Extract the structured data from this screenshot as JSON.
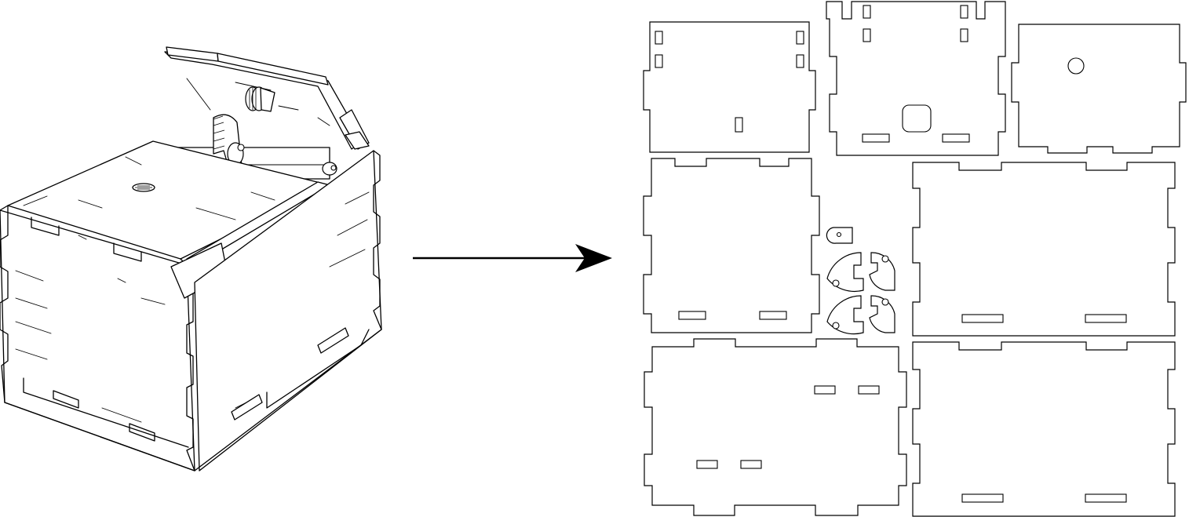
{
  "diagram": {
    "assembled_view": {
      "icon": "assembled-box-icon"
    },
    "arrow": {
      "icon": "right-arrow-icon"
    },
    "flat_layout": {
      "icon": "laser-cut-parts-icon",
      "parts": [
        "front-panel",
        "back-panel",
        "side-panel",
        "bottom-panel",
        "top-panel",
        "lid-panel",
        "inner-panel",
        "hinge-pieces"
      ]
    }
  }
}
